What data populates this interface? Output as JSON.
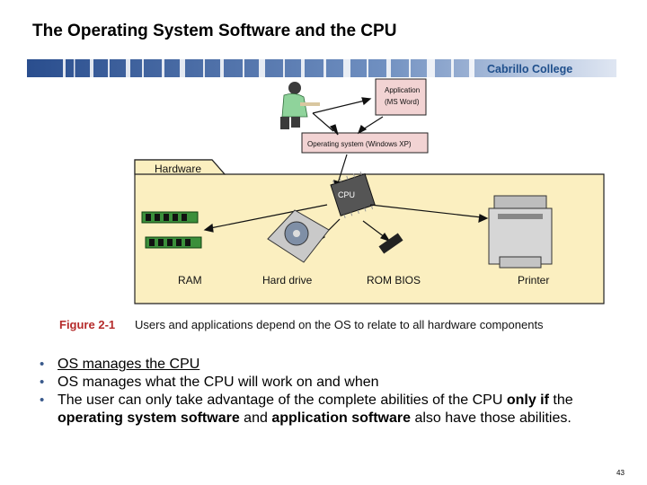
{
  "slide": {
    "title": "The Operating System Software and the CPU",
    "college": "Cabrillo College",
    "page_number": "43"
  },
  "figure": {
    "application_label_1": "Application",
    "application_label_2": "(MS Word)",
    "os_label": "Operating system (Windows XP)",
    "hardware_label": "Hardware",
    "cpu_label": "CPU",
    "ram_label": "RAM",
    "hard_drive_label": "Hard drive",
    "rom_bios_label": "ROM BIOS",
    "printer_label": "Printer",
    "figure_number": "Figure 2-1",
    "caption": "Users and applications depend on the OS to relate to all hardware components"
  },
  "bullets": {
    "b1": "OS manages the CPU",
    "b2": "OS manages what the CPU will work on and when",
    "b3_part1": "The user can only take advantage of the complete abilities of the CPU ",
    "b3_bold1": "only if",
    "b3_part2": " the ",
    "b3_bold2": "operating system software",
    "b3_part3": " and ",
    "b3_bold3": "application software",
    "b3_part4": " also have those abilities."
  },
  "colors": {
    "banner_blue": "#2a4e8e",
    "hardware_fill": "#fbefc0",
    "os_fill": "#f2d3d3",
    "caption_red": "#b52b2b"
  }
}
